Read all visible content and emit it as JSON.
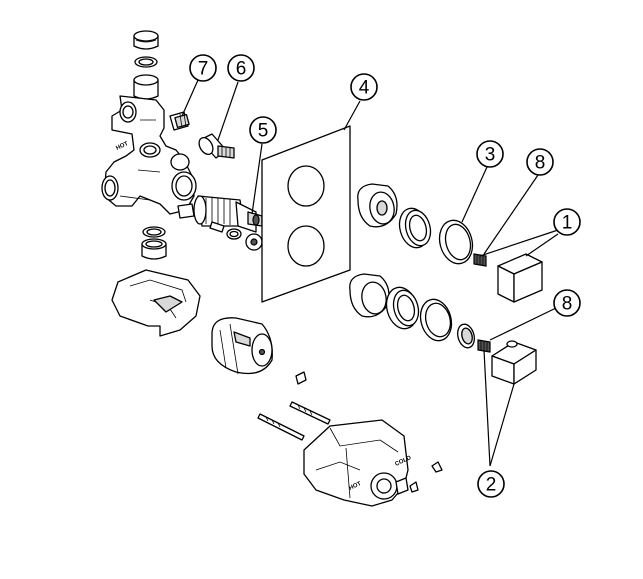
{
  "diagram": {
    "callouts": [
      {
        "id": "callout-1",
        "label": "1"
      },
      {
        "id": "callout-2",
        "label": "2"
      },
      {
        "id": "callout-3",
        "label": "3"
      },
      {
        "id": "callout-4",
        "label": "4"
      },
      {
        "id": "callout-5",
        "label": "5"
      },
      {
        "id": "callout-6",
        "label": "6"
      },
      {
        "id": "callout-7",
        "label": "7"
      },
      {
        "id": "callout-8a",
        "label": "8"
      },
      {
        "id": "callout-8b",
        "label": "8"
      }
    ],
    "body_marks": [
      "COLD",
      "HOT"
    ]
  }
}
